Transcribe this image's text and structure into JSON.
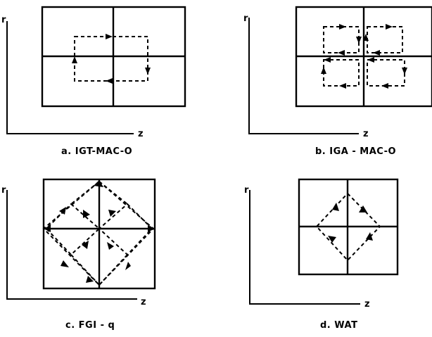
{
  "panels": [
    {
      "id": "a",
      "caption": "a. IGT-MAC-O",
      "r_label": "r",
      "z_label": "z"
    },
    {
      "id": "b",
      "caption": "b. IGA - MAC-O",
      "r_label": "r",
      "z_label": "z"
    },
    {
      "id": "c",
      "caption": "c. FGI - q",
      "r_label": "r",
      "z_label": "z"
    },
    {
      "id": "d",
      "caption": "d. WAT",
      "r_label": "r",
      "z_label": "z"
    }
  ]
}
